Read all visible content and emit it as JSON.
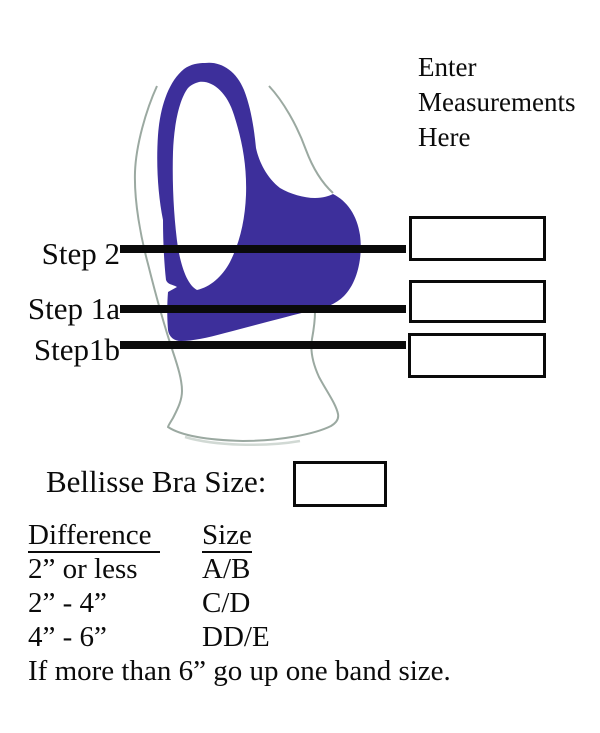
{
  "note": {
    "line1": "Enter",
    "line2": "Measurements",
    "line3": "Here"
  },
  "steps": [
    {
      "label": "Step 2",
      "value": ""
    },
    {
      "label": "Step 1a",
      "value": ""
    },
    {
      "label": "Step1b",
      "value": ""
    }
  ],
  "result": {
    "label": "Bellisse Bra Size:",
    "value": ""
  },
  "size_chart": {
    "difference_header": "Difference",
    "size_header": "Size",
    "rows": [
      {
        "difference": "2” or less",
        "size": "A/B"
      },
      {
        "difference": "2” - 4”",
        "size": "C/D"
      },
      {
        "difference": "4” - 6”",
        "size": "DD/E"
      }
    ],
    "note": "If more than 6” go up one band size."
  },
  "illustration": {
    "description": "Side view of a torso wearing the Bellisse bra",
    "bra_color": "#3D2F9B",
    "outline_color": "#9BA9A1"
  }
}
